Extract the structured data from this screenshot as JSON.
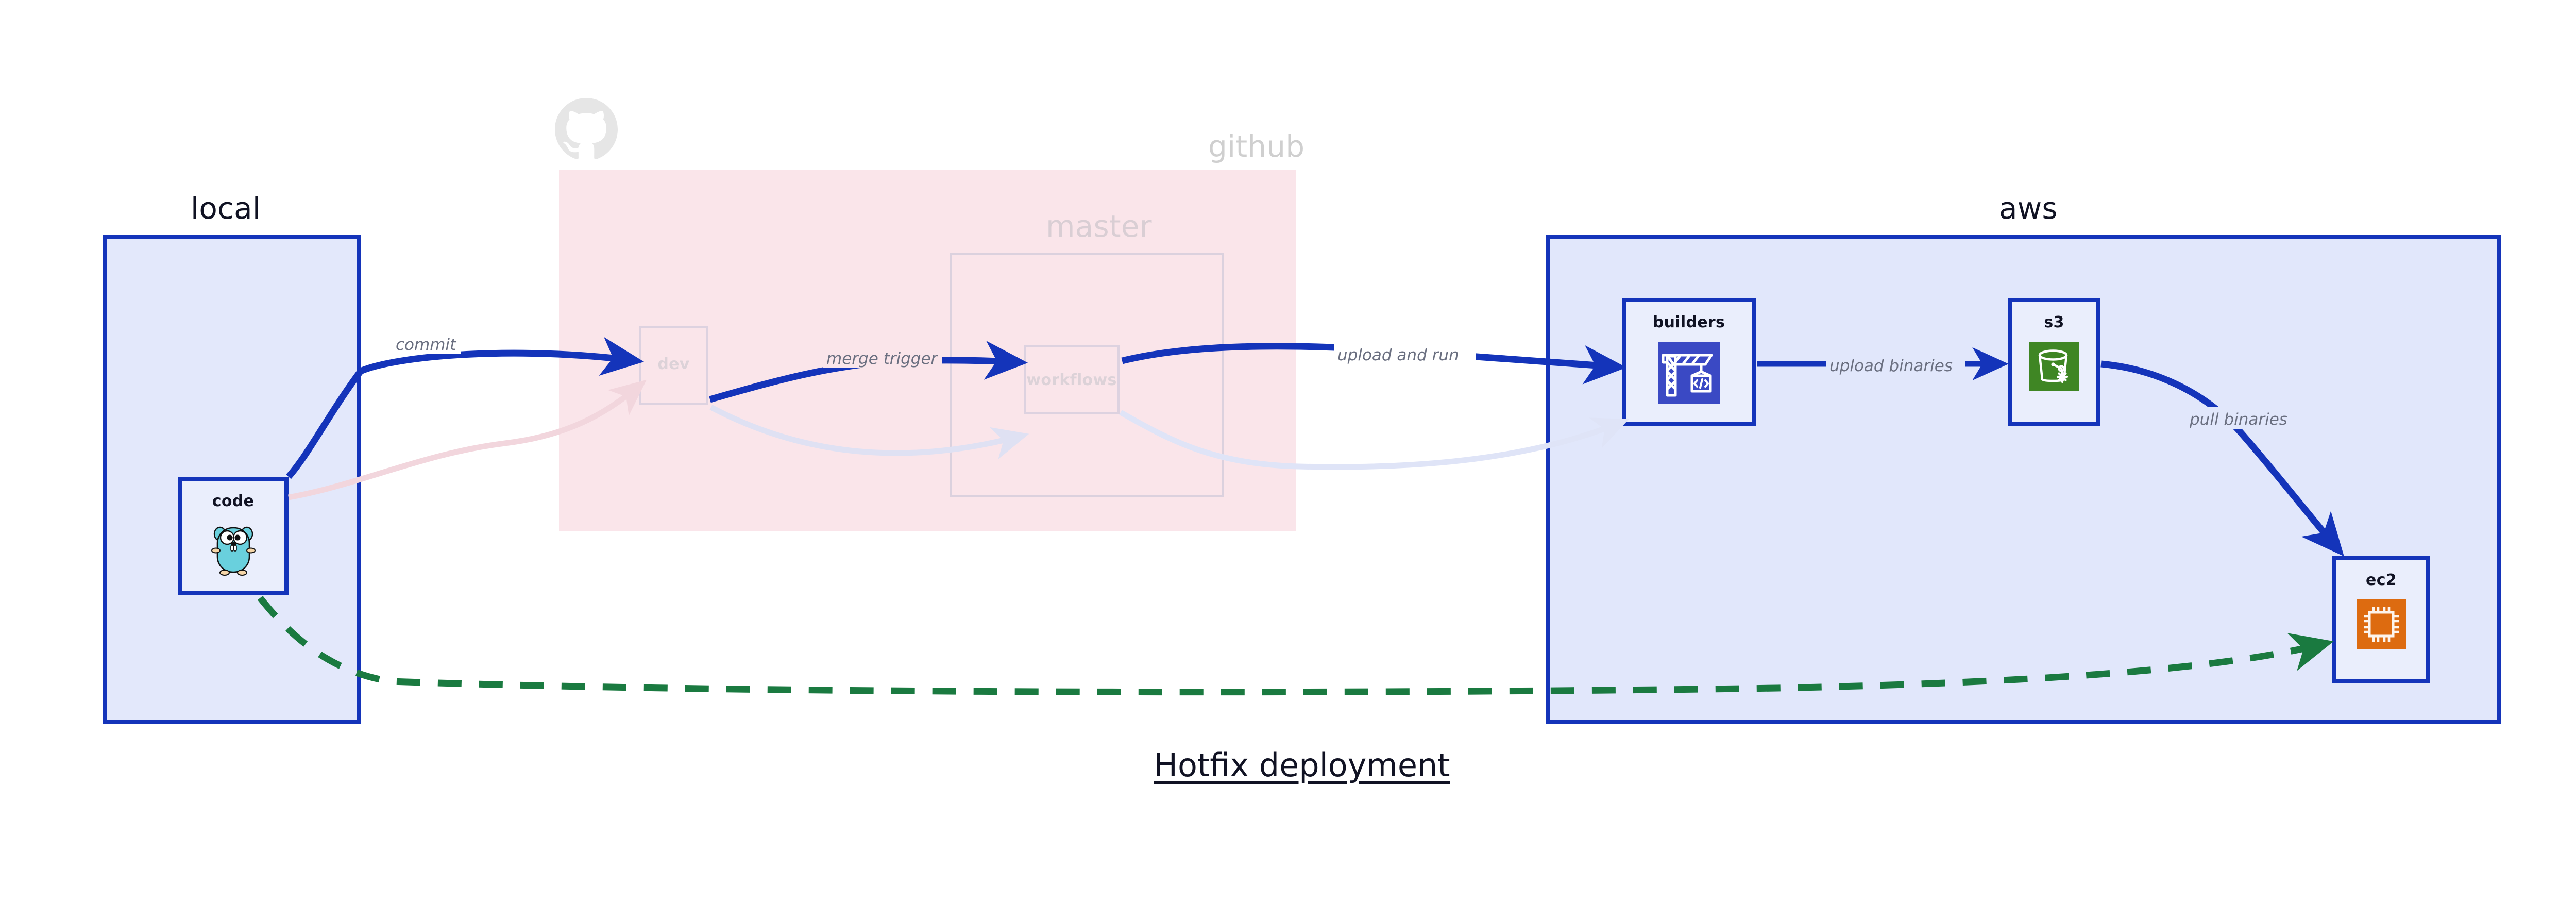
{
  "diagram": {
    "caption": "Hotfix deployment",
    "groups": [
      {
        "id": "local",
        "label": "local",
        "fill": "#e3e8fb",
        "stroke": "#1434ba",
        "dimmed": false
      },
      {
        "id": "github",
        "label": "github",
        "fill": "#fae5ea",
        "stroke": "#dbd1de",
        "dimmed": true
      },
      {
        "id": "aws",
        "label": "aws",
        "fill": "#e1e7fb",
        "stroke": "#1434ba",
        "dimmed": false
      }
    ],
    "subgroups": [
      {
        "id": "master",
        "label": "master",
        "parent": "github",
        "stroke": "#dbd1de",
        "dimmed": true
      }
    ],
    "nodes": [
      {
        "id": "code",
        "label": "code",
        "group": "local",
        "icon": "go-gopher-icon",
        "dimmed": false
      },
      {
        "id": "dev",
        "label": "dev",
        "group": "github",
        "icon": "none",
        "dimmed": true
      },
      {
        "id": "workflows",
        "label": "workflows",
        "group": "master",
        "icon": "none",
        "dimmed": true
      },
      {
        "id": "builders",
        "label": "builders",
        "group": "aws",
        "icon": "aws-builders-icon",
        "dimmed": false
      },
      {
        "id": "s3",
        "label": "s3",
        "group": "aws",
        "icon": "aws-s3-icon",
        "dimmed": false
      },
      {
        "id": "ec2",
        "label": "ec2",
        "group": "aws",
        "icon": "aws-ec2-icon",
        "dimmed": false
      }
    ],
    "edges": [
      {
        "id": "commit",
        "from": "code",
        "to": "dev",
        "label": "commit",
        "style": "solid",
        "color": "#1434ba",
        "dimmed": false
      },
      {
        "id": "merge-trigger",
        "from": "dev",
        "to": "workflows",
        "label": "merge trigger",
        "style": "solid",
        "color": "#1434ba",
        "dimmed": false
      },
      {
        "id": "upload-and-run",
        "from": "workflows",
        "to": "builders",
        "label": "upload and run",
        "style": "solid",
        "color": "#1434ba",
        "dimmed": false
      },
      {
        "id": "upload-binaries",
        "from": "builders",
        "to": "s3",
        "label": "upload binaries",
        "style": "solid",
        "color": "#1434ba",
        "dimmed": false
      },
      {
        "id": "pull-binaries",
        "from": "s3",
        "to": "ec2",
        "label": "pull binaries",
        "style": "solid",
        "color": "#1434ba",
        "dimmed": false
      },
      {
        "id": "hotfix-direct",
        "from": "code",
        "to": "ec2",
        "label": "",
        "style": "dashed",
        "color": "#1a7a40",
        "dimmed": false
      },
      {
        "id": "dim-code-dev",
        "from": "code",
        "to": "dev",
        "label": "",
        "style": "solid",
        "color": "#f2d6dd",
        "dimmed": true
      },
      {
        "id": "dim-dev-workflows",
        "from": "dev",
        "to": "workflows",
        "label": "",
        "style": "solid",
        "color": "#ded8ee",
        "dimmed": true
      },
      {
        "id": "dim-wf-builders",
        "from": "workflows",
        "to": "builders",
        "label": "",
        "style": "solid",
        "color": "#dfe4f7",
        "dimmed": true
      }
    ],
    "colors": {
      "accent_blue": "#1434ba",
      "group_blue_fill": "#e3e8fb",
      "github_pink_fill": "#fae5ea",
      "green_dashed": "#1a7a40",
      "builders_tile": "#3a49c4",
      "s3_tile": "#3f8624",
      "ec2_tile": "#dd6b10",
      "dim_text": "#d8ccd4",
      "label_text": "#6a6f80"
    },
    "icon_names": {
      "github": "github-octocat-icon",
      "code": "go-gopher-icon",
      "builders": "aws-crane-code-icon",
      "s3": "aws-s3-bucket-icon",
      "ec2": "aws-ec2-cpu-icon"
    }
  }
}
